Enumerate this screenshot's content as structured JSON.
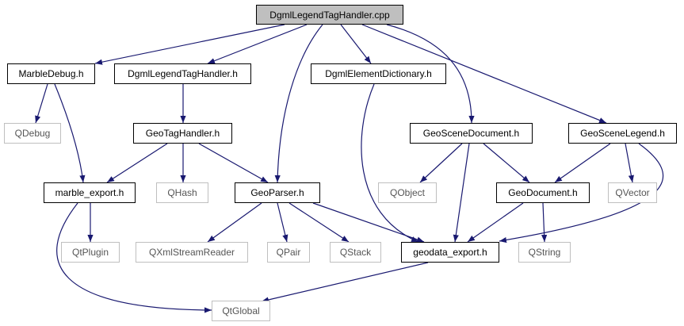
{
  "colors": {
    "edge": "#191970",
    "root_fill": "#bfbfbf",
    "external_border": "#bfbfbf"
  },
  "nodes": {
    "root": "DgmlLegendTagHandler.cpp",
    "marbledebug": "MarbleDebug.h",
    "dgmllegendtaghandler_h": "DgmlLegendTagHandler.h",
    "dgmlelementdictionary": "DgmlElementDictionary.h",
    "qdebug": "QDebug",
    "geotaghandler": "GeoTagHandler.h",
    "geoscenedocument": "GeoSceneDocument.h",
    "geoscenelegend": "GeoSceneLegend.h",
    "marble_export": "marble_export.h",
    "qhash": "QHash",
    "geoparser": "GeoParser.h",
    "qobject": "QObject",
    "geodocument": "GeoDocument.h",
    "qvector": "QVector",
    "qtplugin": "QtPlugin",
    "qxmlstreamreader": "QXmlStreamReader",
    "qpair": "QPair",
    "qstack": "QStack",
    "geodata_export": "geodata_export.h",
    "qstring": "QString",
    "qtglobal": "QtGlobal"
  },
  "edges": [
    [
      "root",
      "marbledebug"
    ],
    [
      "root",
      "dgmllegendtaghandler_h"
    ],
    [
      "root",
      "geoparser"
    ],
    [
      "root",
      "dgmlelementdictionary"
    ],
    [
      "root",
      "geoscenedocument"
    ],
    [
      "root",
      "geoscenelegend"
    ],
    [
      "marbledebug",
      "qdebug"
    ],
    [
      "marbledebug",
      "marble_export"
    ],
    [
      "dgmllegendtaghandler_h",
      "geotaghandler"
    ],
    [
      "geotaghandler",
      "marble_export"
    ],
    [
      "geotaghandler",
      "qhash"
    ],
    [
      "geotaghandler",
      "geoparser"
    ],
    [
      "dgmlelementdictionary",
      "geodata_export"
    ],
    [
      "geoscenedocument",
      "qobject"
    ],
    [
      "geoscenedocument",
      "geodata_export"
    ],
    [
      "geoscenedocument",
      "geodocument"
    ],
    [
      "geoscenelegend",
      "geodocument"
    ],
    [
      "geoscenelegend",
      "qvector"
    ],
    [
      "geoscenelegend",
      "geodata_export"
    ],
    [
      "marble_export",
      "qtplugin"
    ],
    [
      "marble_export",
      "qtglobal"
    ],
    [
      "geoparser",
      "qxmlstreamreader"
    ],
    [
      "geoparser",
      "qpair"
    ],
    [
      "geoparser",
      "qstack"
    ],
    [
      "geoparser",
      "geodata_export"
    ],
    [
      "geodocument",
      "geodata_export"
    ],
    [
      "geodocument",
      "qstring"
    ],
    [
      "geodata_export",
      "qtglobal"
    ]
  ]
}
